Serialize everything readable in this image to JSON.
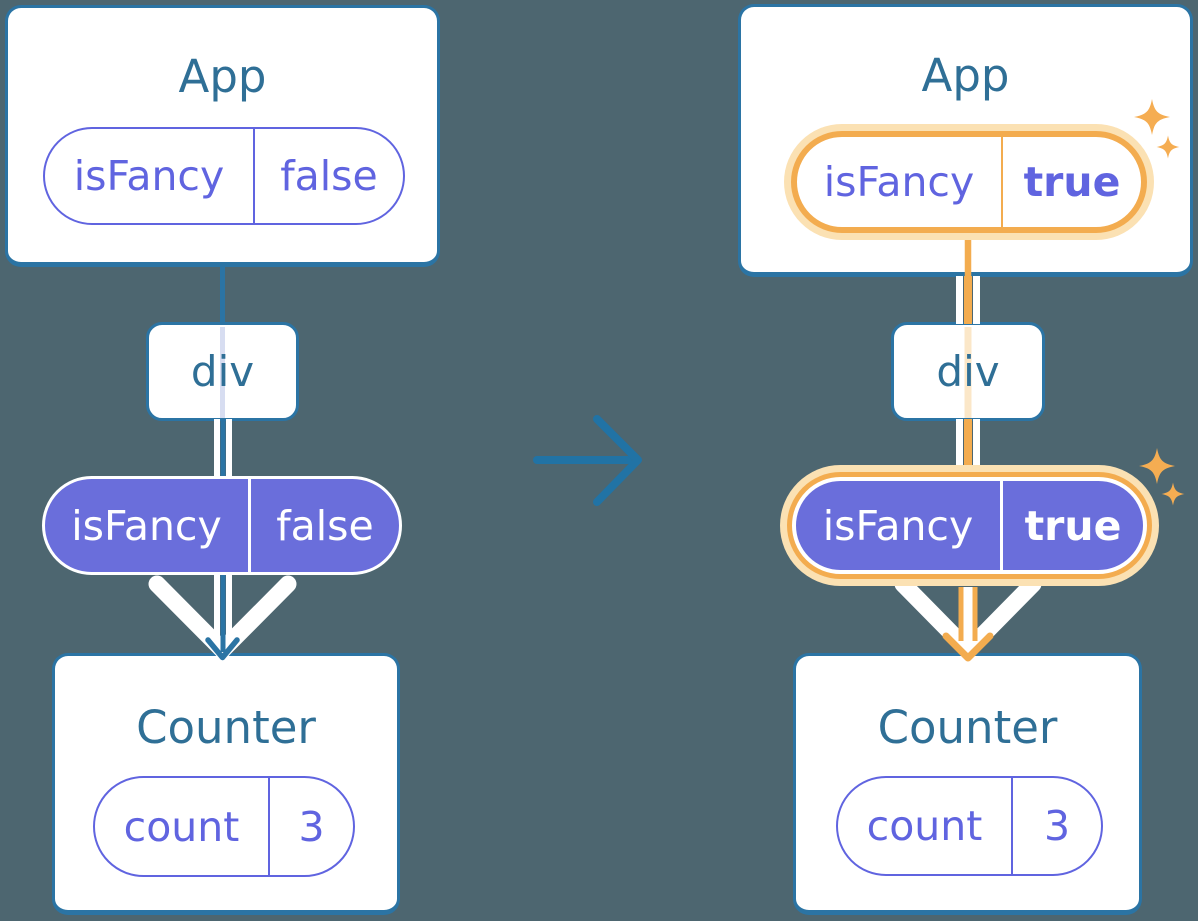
{
  "left": {
    "app": {
      "title": "App",
      "prop": {
        "name": "isFancy",
        "value": "false"
      }
    },
    "div_box": {
      "label": "div"
    },
    "passed_prop": {
      "name": "isFancy",
      "value": "false"
    },
    "counter": {
      "title": "Counter",
      "state": {
        "name": "count",
        "value": "3"
      }
    }
  },
  "right": {
    "app": {
      "title": "App",
      "prop": {
        "name": "isFancy",
        "value": "true"
      }
    },
    "div_box": {
      "label": "div"
    },
    "passed_prop": {
      "name": "isFancy",
      "value": "true"
    },
    "counter": {
      "title": "Counter",
      "state": {
        "name": "count",
        "value": "3"
      }
    }
  },
  "icons": {
    "transition": "right-arrow-icon",
    "highlight": "sparkles-icon"
  },
  "colors": {
    "background": "#4D6670",
    "card_border_blue": "#2B74A4",
    "title_text": "#2F6F96",
    "purple_fill": "#6A6EDB",
    "purple_text": "#6064E0",
    "lavender_faint_line": "#D7DDF1",
    "orange": "#F3AC4F",
    "orange_halo": "#FBE1B3",
    "peach_faint_line": "#FBE7C8",
    "arrow_blue": "#2173A5",
    "white": "#FFFFFF"
  }
}
